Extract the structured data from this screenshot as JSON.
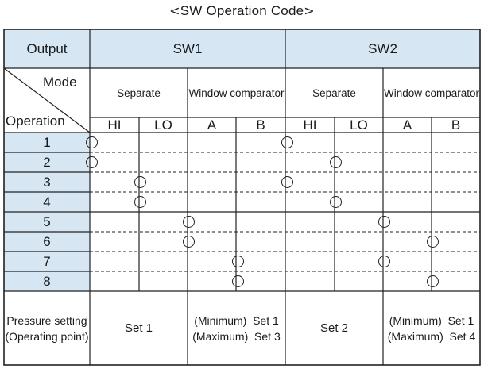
{
  "title": "SW Operation Code",
  "title_brackets": {
    "left": "<",
    "right": ">"
  },
  "header": {
    "output_label": "Output",
    "sw1_label": "SW1",
    "sw2_label": "SW2",
    "mode_label": "Mode",
    "operation_label": "Operation"
  },
  "modes": {
    "sw1": {
      "separate": "Separate",
      "window": "Window comparator"
    },
    "sw2": {
      "separate": "Separate",
      "window": "Window comparator"
    }
  },
  "sub_columns": [
    "HI",
    "LO",
    "A",
    "B",
    "HI",
    "LO",
    "A",
    "B"
  ],
  "operations": [
    {
      "number": "1",
      "marks": [
        true,
        false,
        false,
        false,
        true,
        false,
        false,
        false
      ]
    },
    {
      "number": "2",
      "marks": [
        true,
        false,
        false,
        false,
        false,
        true,
        false,
        false
      ]
    },
    {
      "number": "3",
      "marks": [
        false,
        true,
        false,
        false,
        true,
        false,
        false,
        false
      ]
    },
    {
      "number": "4",
      "marks": [
        false,
        true,
        false,
        false,
        false,
        true,
        false,
        false
      ]
    },
    {
      "number": "5",
      "marks": [
        false,
        false,
        true,
        false,
        false,
        false,
        true,
        false
      ]
    },
    {
      "number": "6",
      "marks": [
        false,
        false,
        true,
        false,
        false,
        false,
        false,
        true
      ]
    },
    {
      "number": "7",
      "marks": [
        false,
        false,
        false,
        true,
        false,
        false,
        true,
        false
      ]
    },
    {
      "number": "8",
      "marks": [
        false,
        false,
        false,
        true,
        false,
        false,
        false,
        true
      ]
    }
  ],
  "pressure": {
    "label_line1": "Pressure setting",
    "label_line2": "(Operating point)",
    "sw1_separate": "Set 1",
    "sw1_window_line1": "(Minimum)  Set 1",
    "sw1_window_line2": "(Maximum)  Set 3",
    "sw2_separate": "Set 2",
    "sw2_window_line1": "(Minimum)  Set 1",
    "sw2_window_line2": "(Maximum)  Set 4"
  },
  "colors": {
    "header_fill": "#d6e6f3",
    "border": "#222222",
    "background": "#ffffff"
  }
}
